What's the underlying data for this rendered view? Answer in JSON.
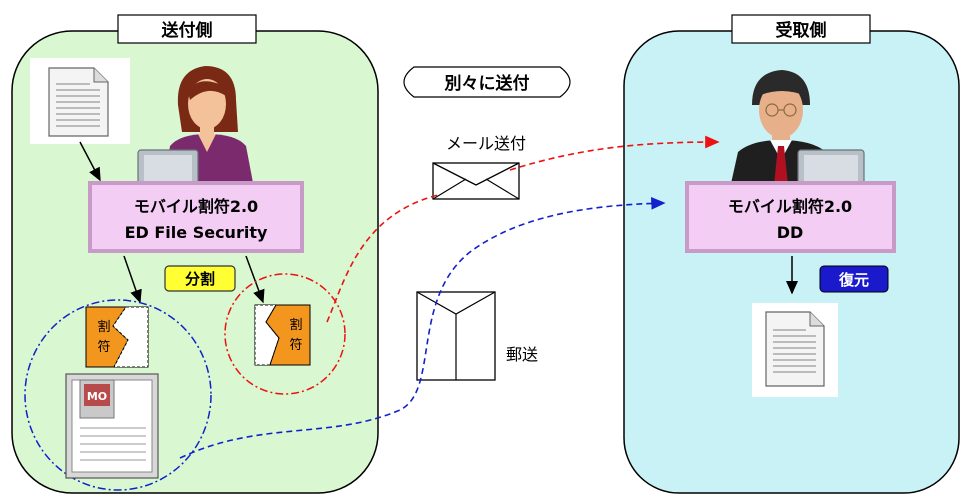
{
  "sender": {
    "title": "送付側",
    "product_line1": "モバイル割符2.0",
    "product_line2": "ED File Security",
    "split_badge": "分割",
    "shard_char1": "割",
    "shard_char2": "符"
  },
  "receiver": {
    "title": "受取側",
    "product_line1": "モバイル割符2.0",
    "product_line2": "DD",
    "restore_badge": "復元"
  },
  "middle": {
    "separate_label": "別々に送付",
    "mail_label": "メール送付",
    "post_label": "郵送"
  },
  "colors": {
    "sender_bg": "#d9f7d0",
    "receiver_bg": "#c9f2f6",
    "product_box": "#f3cdf3",
    "split_badge": "#ffff33",
    "restore_badge": "#1a1acc",
    "shard": "#f2961e",
    "mail_arrow": "#ee1111",
    "post_arrow": "#1122cc"
  },
  "icons": {
    "doc": "document-icon",
    "woman": "woman-at-computer-icon",
    "man": "man-at-computer-icon",
    "envelope": "envelope-icon",
    "post_envelope": "postal-envelope-icon",
    "disk": "mo-disk-icon"
  }
}
